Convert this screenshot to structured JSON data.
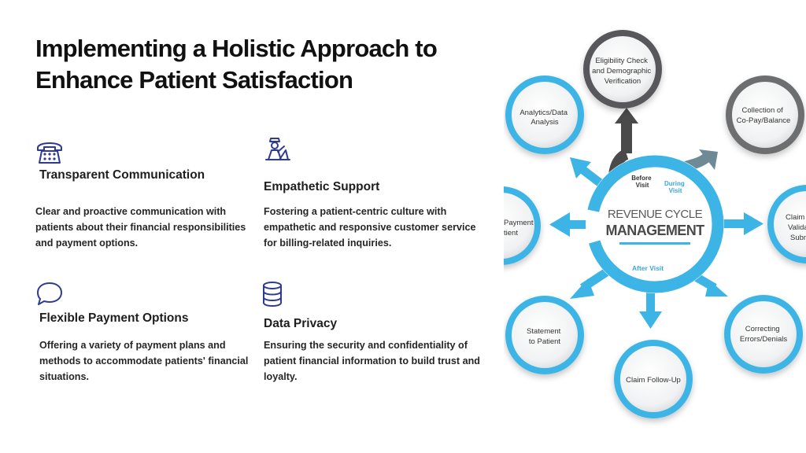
{
  "title": "Implementing a Holistic Approach to Enhance Patient Satisfaction",
  "features": [
    {
      "title": "Transparent Communication",
      "body": "Clear and proactive communication with patients about their financial responsibilities and payment options.",
      "icon": "telephone-icon"
    },
    {
      "title": "Empathetic Support",
      "body": "Fostering a patient-centric culture with empathetic and responsive customer service for billing-related inquiries.",
      "icon": "support-agent-icon"
    },
    {
      "title": "Flexible Payment Options",
      "body": "Offering a variety of payment plans and methods to accommodate patients' financial situations.",
      "icon": "chat-bubble-icon"
    },
    {
      "title": "Data Privacy",
      "body": "Ensuring the security and confidentiality of patient financial information to build trust and loyalty.",
      "icon": "database-icon"
    }
  ],
  "diagram": {
    "center_line1": "REVENUE CYCLE",
    "center_line2": "MANAGEMENT",
    "before_visit": [
      "Before",
      "Visit"
    ],
    "during_visit": [
      "During",
      "Visit"
    ],
    "after_visit": "After Visit",
    "nodes": {
      "eligibility": [
        "Eligibility Check",
        "and Demographic",
        "Verification"
      ],
      "collection": [
        "Collection of",
        "Co-Pay/Balance"
      ],
      "claim_validation": [
        "Claim C",
        "Valida",
        "Subm"
      ],
      "correcting": [
        "Correcting",
        "Errors/Denials"
      ],
      "followup": [
        "Claim Follow-Up"
      ],
      "statement": [
        "Statement",
        "to Patient"
      ],
      "payment": [
        "Payment",
        "tient"
      ],
      "analytics": [
        "Analytics/Data",
        "Analysis"
      ]
    },
    "colors": {
      "ring": "#3cb4e6",
      "gray": "#58595b",
      "dark_gray": "#4a4a4a",
      "teal_gray": "#6e8a96",
      "text": "#333333",
      "blue_text": "#3aa6d8"
    }
  }
}
